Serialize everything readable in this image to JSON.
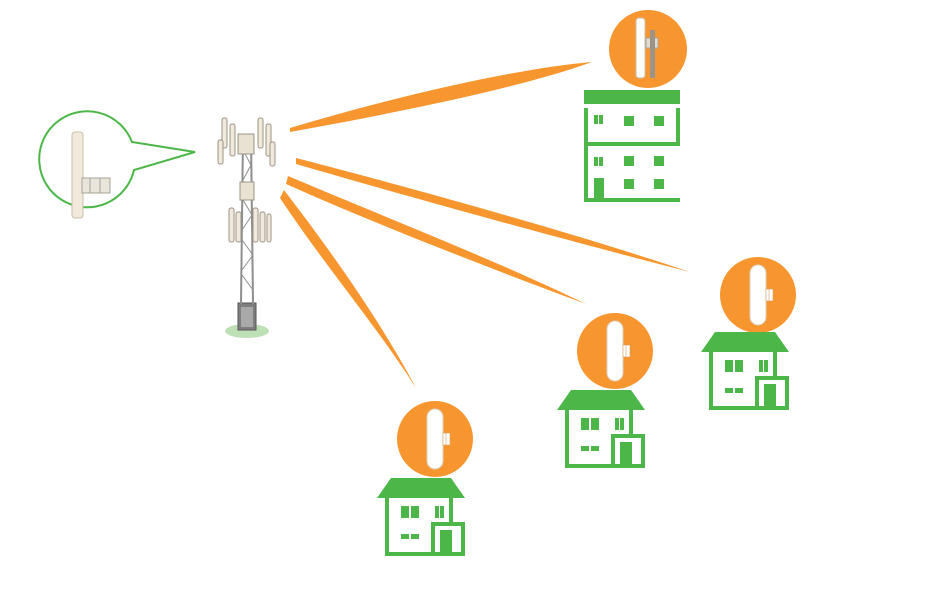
{
  "colors": {
    "beam": "#F7962E",
    "building": "#4CB748",
    "bubble_stroke": "#4CB748",
    "antenna": "#F1EADC",
    "tower": "#9A9A9A"
  },
  "icons": {
    "tower": "cell-tower-icon",
    "callout_antenna": "panel-antenna-icon",
    "cpe": "cpe-antenna-icon",
    "apartment": "apartment-building-icon",
    "house": "house-icon"
  },
  "nodes": {
    "base_station": "cell-tower",
    "endpoints": [
      "apartment-building",
      "house-1",
      "house-2",
      "house-3"
    ]
  }
}
